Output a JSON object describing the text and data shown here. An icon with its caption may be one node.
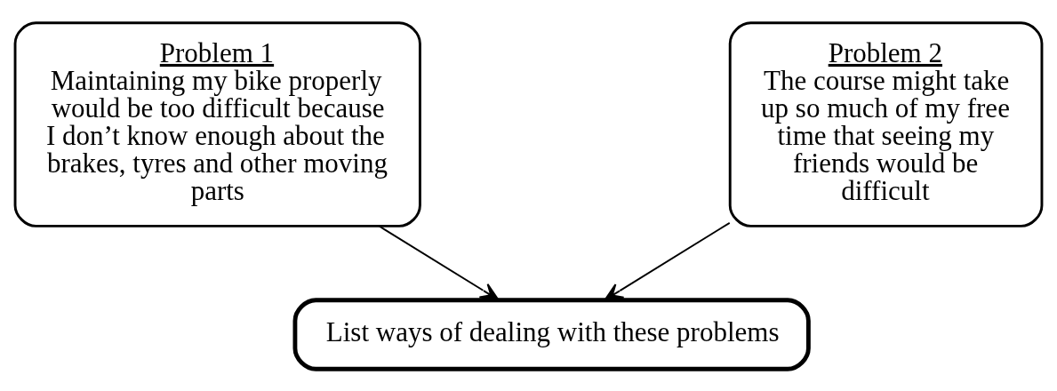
{
  "diagram": {
    "nodes": [
      {
        "text": [
          "Problem 1",
          "Maintaining my bike properly would be too difficult because I don’t know enough about the brakes, tyres and other moving parts"
        ]
      },
      {
        "text": [
          "Problem 2",
          "The course might take up so much of my free time that seeing my friends would be difficult"
        ]
      },
      {
        "text": [
          "List ways of dealing with these problems"
        ]
      }
    ],
    "edges": [
      {
        "from": 0,
        "to": 2,
        "arrow": "to"
      },
      {
        "from": 1,
        "to": 2,
        "arrow": "to"
      }
    ]
  }
}
